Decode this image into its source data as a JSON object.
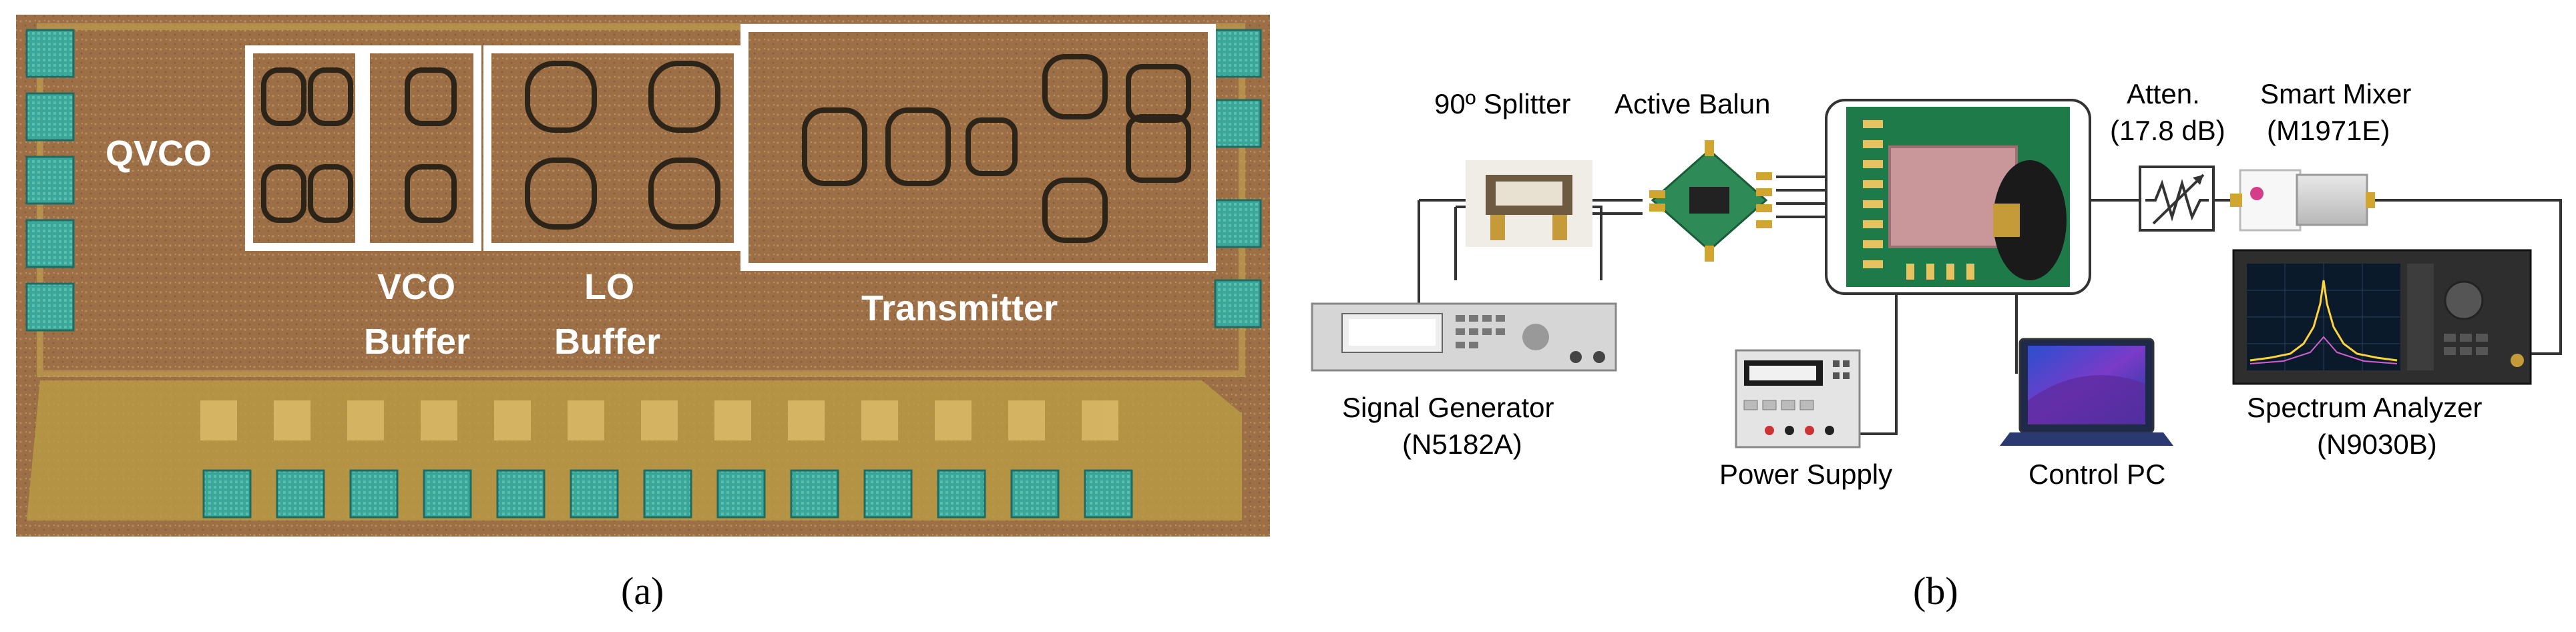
{
  "panel_a": {
    "caption": "(a)",
    "labels": {
      "qvco": "QVCO",
      "vco_buffer_line1": "VCO",
      "vco_buffer_line2": "Buffer",
      "lo_buffer_line1": "LO",
      "lo_buffer_line2": "Buffer",
      "transmitter": "Transmitter"
    }
  },
  "panel_b": {
    "caption": "(b)",
    "equipment": {
      "splitter": "90º Splitter",
      "balun": "Active Balun",
      "atten_line1": "Atten.",
      "atten_line2": "(17.8 dB)",
      "mixer_line1": "Smart Mixer",
      "mixer_line2": "(M1971E)",
      "siggen_line1": "Signal Generator",
      "siggen_line2": "(N5182A)",
      "power_supply": "Power Supply",
      "control_pc": "Control PC",
      "spectrum_line1": "Spectrum Analyzer",
      "spectrum_line2": "(N9030B)"
    },
    "colors": {
      "pcb_green": "#1f7a4a",
      "die_pink": "#c9979a",
      "balun_green": "#2e8b57",
      "screen_blue": "#1a3c9c"
    }
  }
}
